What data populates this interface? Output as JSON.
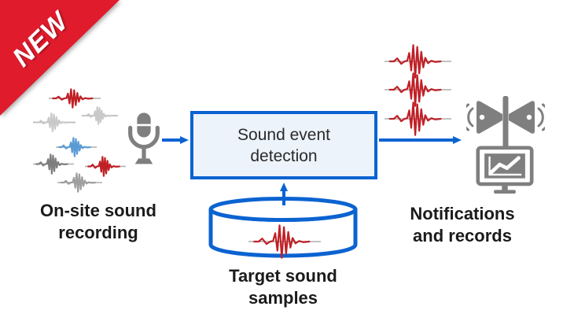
{
  "badge": {
    "label": "NEW"
  },
  "flow": {
    "input_label": {
      "lines": [
        "On-site sound",
        "recording"
      ]
    },
    "process_box": {
      "lines": [
        "Sound event",
        "detection"
      ]
    },
    "database_label": {
      "lines": [
        "Target sound",
        "samples"
      ]
    },
    "output_label": {
      "lines": [
        "Notifications",
        "and records"
      ]
    }
  },
  "icons": {
    "microphone": "microphone-icon",
    "pa_speaker": "pa-speaker-icon",
    "monitor": "monitor-chart-icon",
    "database": "database-cylinder-icon",
    "waveform": "sound-waveform-icon"
  },
  "colors": {
    "accent_blue": "#0b63d1",
    "process_box_fill": "#edf3fb",
    "badge_red": "#e01b2c",
    "waveform_red": "#bf2026",
    "waveform_blue": "#5b9bd5",
    "waveform_gray_light": "#c9c9c9",
    "waveform_gray_mid": "#9f9f9f",
    "waveform_gray_dark": "#7e7e7e",
    "icon_gray": "#7f7f7f",
    "label_text": "#1b1b1b"
  }
}
